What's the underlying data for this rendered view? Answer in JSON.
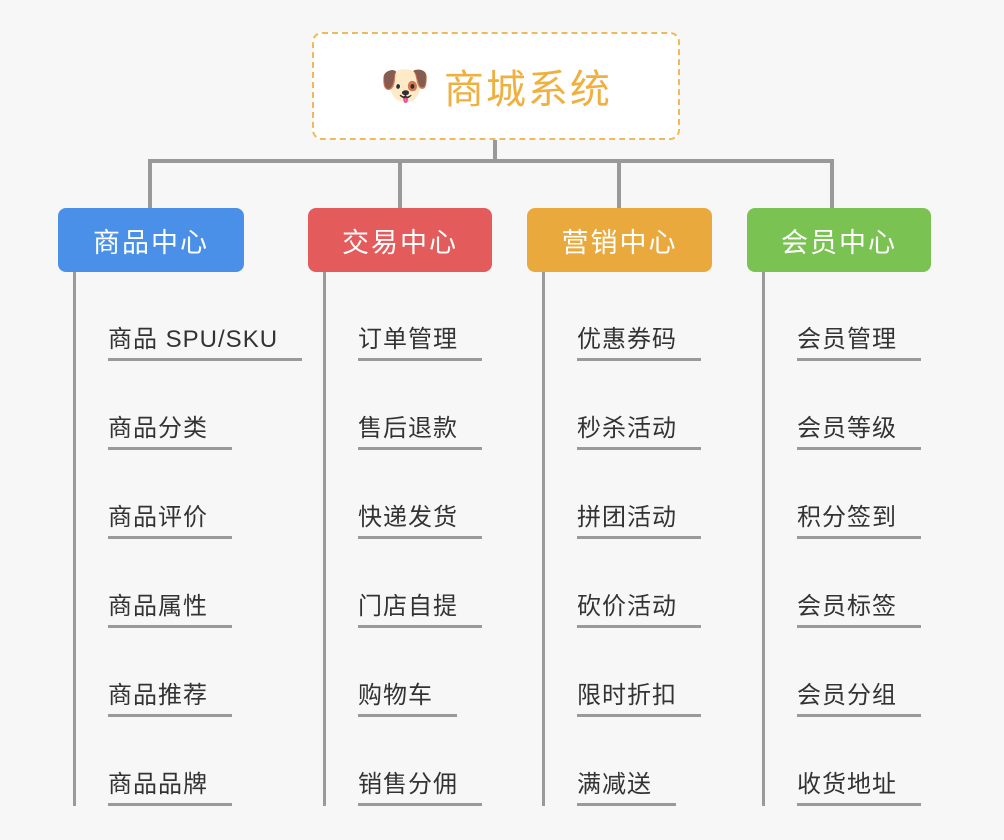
{
  "page": {
    "background_color": "#f7f7f7",
    "line_color": "#9a9a9a"
  },
  "root": {
    "icon": "dog-face-emoji",
    "icon_glyph": "🐶",
    "title": "商城系统",
    "text_color": "#f0b040",
    "border_color": "#f0b95a",
    "background_color": "#ffffff"
  },
  "branches": [
    {
      "title": "商品中心",
      "color": "#4a90e8",
      "items": [
        "商品 SPU/SKU",
        "商品分类",
        "商品评价",
        "商品属性",
        "商品推荐",
        "商品品牌"
      ]
    },
    {
      "title": "交易中心",
      "color": "#e35b5b",
      "items": [
        "订单管理",
        "售后退款",
        "快递发货",
        "门店自提",
        "购物车",
        "销售分佣"
      ]
    },
    {
      "title": "营销中心",
      "color": "#eaa93d",
      "items": [
        "优惠券码",
        "秒杀活动",
        "拼团活动",
        "砍价活动",
        "限时折扣",
        "满减送"
      ]
    },
    {
      "title": "会员中心",
      "color": "#7ac352",
      "items": [
        "会员管理",
        "会员等级",
        "积分签到",
        "会员标签",
        "会员分组",
        "收货地址"
      ]
    }
  ]
}
